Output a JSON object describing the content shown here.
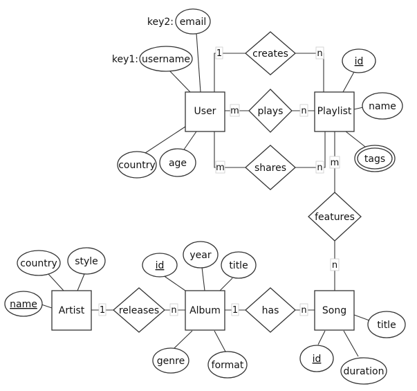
{
  "entities": {
    "user": "User",
    "playlist": "Playlist",
    "artist": "Artist",
    "album": "Album",
    "song": "Song"
  },
  "relationships": {
    "creates": "creates",
    "plays": "plays",
    "shares": "shares",
    "features": "features",
    "releases": "releases",
    "has": "has"
  },
  "attributes": {
    "user_email": "email",
    "user_username": "username",
    "user_country": "country",
    "user_age": "age",
    "playlist_id": "id",
    "playlist_name": "name",
    "playlist_tags": "tags",
    "artist_country": "country",
    "artist_style": "style",
    "artist_name": "name",
    "album_id": "id",
    "album_year": "year",
    "album_title": "title",
    "album_genre": "genre",
    "album_format": "format",
    "song_title": "title",
    "song_id": "id",
    "song_duration": "duration"
  },
  "key_labels": {
    "key2": "key2:",
    "key1": "key1:"
  },
  "cardinalities": {
    "user_creates": "1",
    "creates_playlist": "n",
    "user_plays": "m",
    "plays_playlist": "n",
    "user_shares": "m",
    "shares_playlist": "n",
    "playlist_features": "m",
    "features_song": "n",
    "artist_releases": "1",
    "releases_album": "n",
    "album_has": "1",
    "has_song": "n"
  }
}
